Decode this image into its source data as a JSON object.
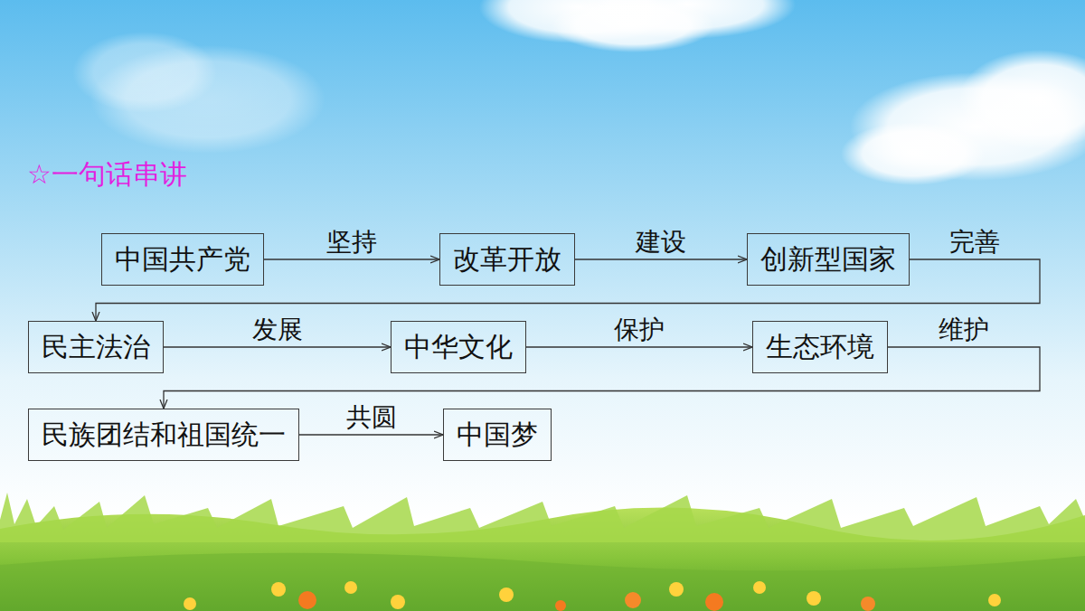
{
  "diagram": {
    "title": "☆一句话串讲",
    "nodes": [
      {
        "text": [
          "中国共产党"
        ]
      },
      {
        "text": [
          "改革开放"
        ]
      },
      {
        "text": [
          "创新型国家"
        ]
      },
      {
        "text": [
          "民主法治"
        ]
      },
      {
        "text": [
          "中华文化"
        ]
      },
      {
        "text": [
          "生态环境"
        ]
      },
      {
        "text": [
          "民族团结和祖国统一"
        ]
      },
      {
        "text": [
          "中国梦"
        ]
      }
    ],
    "edges": [
      {
        "from": 0,
        "to": 1,
        "label": "坚持",
        "arrow": "to"
      },
      {
        "from": 1,
        "to": 2,
        "label": "建设",
        "arrow": "to"
      },
      {
        "from": 2,
        "to": 3,
        "label": "完善",
        "arrow": "to"
      },
      {
        "from": 3,
        "to": 4,
        "label": "发展",
        "arrow": "to"
      },
      {
        "from": 4,
        "to": 5,
        "label": "保护",
        "arrow": "to"
      },
      {
        "from": 5,
        "to": 6,
        "label": "维护",
        "arrow": "to"
      },
      {
        "from": 6,
        "to": 7,
        "label": "共圆",
        "arrow": "to"
      }
    ]
  }
}
